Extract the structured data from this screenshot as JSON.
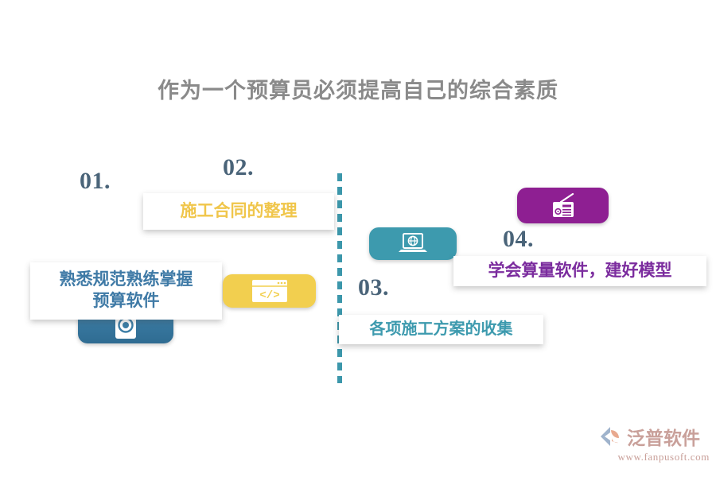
{
  "title": "作为一个预算员必须提高自己的综合素质",
  "colors": {
    "title": "#8a8a8a",
    "number": "#4a6479",
    "divider": "#3c97ab",
    "blue": "#3f7aa6",
    "yellow": "#f0c64b",
    "teal": "#3d9aae",
    "purple": "#7b2c9e",
    "background": "#ffffff",
    "logo": "#c9a09a"
  },
  "steps": [
    {
      "number": "01.",
      "text": "熟悉规范熟练掌握\n预算软件",
      "icon": "camera-icon",
      "tile_color": "#3e7fa8",
      "text_color": "#3f7aa6"
    },
    {
      "number": "02.",
      "text": "施工合同的整理",
      "icon": "code-window-icon",
      "tile_color": "#f2cf4f",
      "text_color": "#f0c64b"
    },
    {
      "number": "03.",
      "text": "各项施工方案的收集",
      "icon": "laptop-globe-icon",
      "tile_color": "#3d9aae",
      "text_color": "#3d9aae"
    },
    {
      "number": "04.",
      "text": "学会算量软件，建好模型",
      "icon": "radio-icon",
      "tile_color": "#8e1f92",
      "text_color": "#7b2c9e"
    }
  ],
  "logo": {
    "mark": "fanpu-logo-mark",
    "name": "泛普软件",
    "url": "www.fanpusoft.com"
  }
}
